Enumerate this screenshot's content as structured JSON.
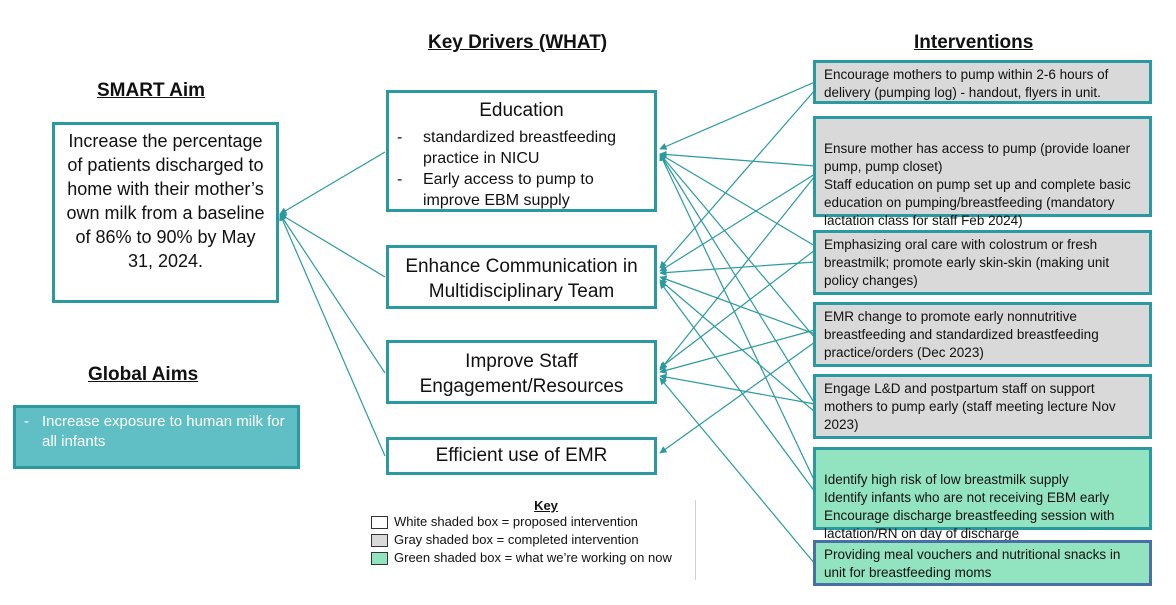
{
  "headings": {
    "smart_aim": "SMART Aim",
    "key_drivers": "Key Drivers (WHAT)",
    "interventions": "Interventions",
    "global_aims": "Global Aims"
  },
  "smart_aim": {
    "text": "Increase the percentage of patients discharged to home with their mother’s own milk from a baseline of 86% to 90% by May 31, 2024."
  },
  "global_aims": {
    "dash": "-",
    "item": "Increase exposure to human milk for all infants"
  },
  "drivers": {
    "education": {
      "title": "Education",
      "bullets": [
        "standardized breastfeeding practice in NICU",
        "Early access to pump to improve EBM supply"
      ],
      "dash": "-"
    },
    "communication": "Enhance Communication in Multidisciplinary Team",
    "staff": "Improve Staff Engagement/Resources",
    "emr": "Efficient use of EMR"
  },
  "interventions": [
    {
      "text": "Encourage mothers to pump within 2-6 hours of delivery (pumping log) - handout, flyers in unit.",
      "status": "gray"
    },
    {
      "text": "Ensure mother has access to pump (provide loaner pump, pump closet)\nStaff education on pump set up and complete basic education on pumping/breastfeeding (mandatory lactation class for staff Feb 2024)",
      "status": "gray"
    },
    {
      "text": "Emphasizing oral care with colostrum or fresh breastmilk; promote early skin-skin (making unit policy changes)",
      "status": "gray"
    },
    {
      "text": "EMR change to promote early nonnutritive breastfeeding and standardized breastfeeding practice/orders (Dec 2023)",
      "status": "gray"
    },
    {
      "text": "Engage L&D and postpartum staff on support mothers to pump early (staff meeting lecture Nov 2023)",
      "status": "gray"
    },
    {
      "text": "Identify high risk of low breastmilk supply\nIdentify infants who are not receiving EBM early\nEncourage discharge breastfeeding session with lactation/RN on day of discharge",
      "status": "green"
    },
    {
      "text": "Providing meal vouchers and nutritional snacks in unit for breastfeeding moms",
      "status": "green"
    }
  ],
  "key": {
    "title": "Key",
    "rows": [
      {
        "label": "White shaded box = proposed intervention",
        "color": "#ffffff"
      },
      {
        "label": "Gray shaded box = completed intervention",
        "color": "#d9d9d9"
      },
      {
        "label": "Green shaded box = what we’re working on now",
        "color": "#92e3bf"
      }
    ]
  },
  "colors": {
    "connector": "#2a9aa0",
    "border": "#2a9aa0",
    "global_fill": "#5fbfc4"
  }
}
